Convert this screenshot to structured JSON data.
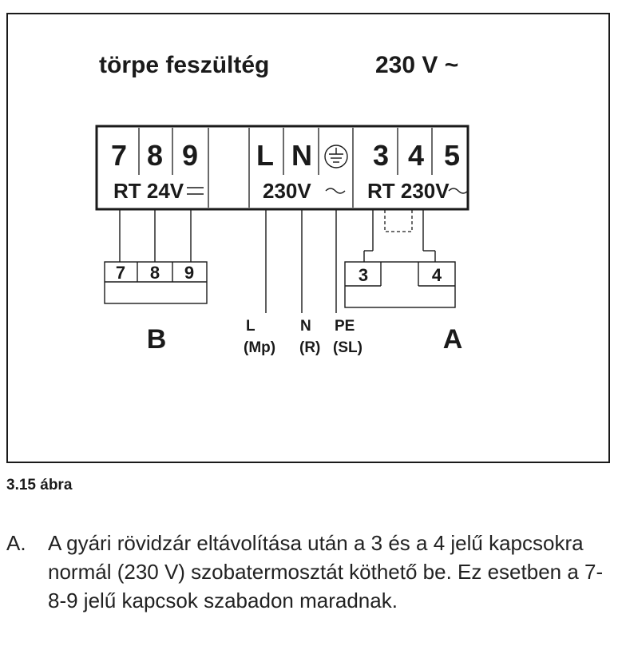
{
  "header": {
    "low_voltage": "törpe feszültég",
    "mains": "230 V ~"
  },
  "terminal_strip": {
    "terminals": [
      "7",
      "8",
      "9",
      "L",
      "N",
      "3",
      "4",
      "5"
    ],
    "group_labels": {
      "rt24": "RT 24V",
      "v230": "230V",
      "rt230": "RT 230V"
    }
  },
  "block_b": {
    "terminals": [
      "7",
      "8",
      "9"
    ],
    "label": "B"
  },
  "block_a": {
    "terminals": [
      "3",
      "4"
    ],
    "label": "A"
  },
  "wires": {
    "l": "L",
    "l_sub": "(Mp)",
    "n": "N",
    "n_sub": "(R)",
    "pe": "PE",
    "pe_sub": "(SL)"
  },
  "caption": "3.15 ábra",
  "note": {
    "lead": "A.",
    "text": "A gyári rövidzár eltávolítása után a 3 és a 4 jelű kapcsokra normál (230 V) szobatermosztát köthető be. Ez esetben a 7-8-9 jelű kapcsok szabadon maradnak."
  }
}
